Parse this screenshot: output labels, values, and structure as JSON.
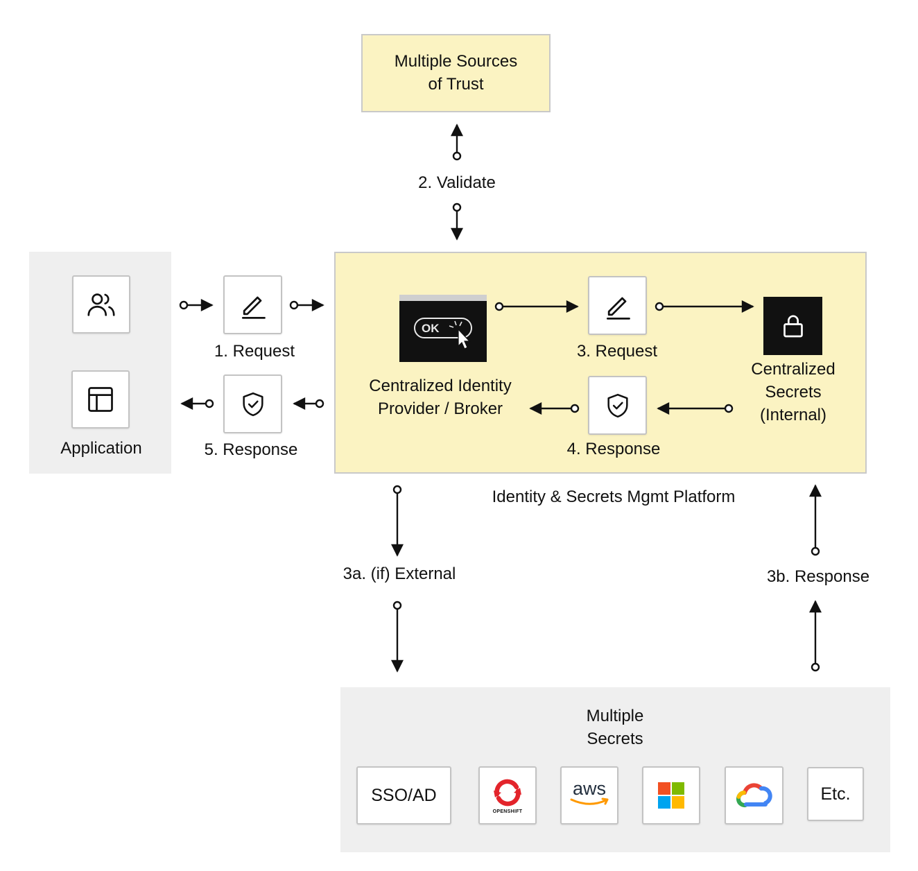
{
  "nodes": {
    "trust_line1": "Multiple Sources",
    "trust_line2": "of Trust",
    "application": "Application",
    "idp_line1": "Centralized Identity",
    "idp_line2": "Provider / Broker",
    "secrets_line1": "Centralized",
    "secrets_line2": "Secrets",
    "secrets_line3": "(Internal)",
    "platform": "Identity & Secrets Mgmt Platform",
    "multi_line1": "Multiple",
    "multi_line2": "Secrets"
  },
  "steps": {
    "request_1": "1. Request",
    "validate_2": "2. Validate",
    "request_3": "3. Request",
    "external_3a": "3a. (if) External",
    "response_3b": "3b. Response",
    "response_4": "4. Response",
    "response_5": "5. Response"
  },
  "providers": {
    "sso": "SSO/AD",
    "openshift": "OPENSHIFT",
    "aws": "aws",
    "etc": "Etc.",
    "icons": [
      "openshift-logo-icon",
      "aws-logo-icon",
      "microsoft-logo-icon",
      "google-cloud-logo-icon"
    ]
  },
  "colors": {
    "platform_fill": "#fbf3c2",
    "panel_grey": "#efefef",
    "openshift_red": "#e3242b",
    "aws_orange": "#ff9900",
    "ms_red": "#f25022",
    "ms_green": "#7fba00",
    "ms_blue": "#00a4ef",
    "ms_yellow": "#ffb900",
    "gcp_blue": "#4285f4",
    "gcp_red": "#ea4335",
    "gcp_yellow": "#fbbc05",
    "gcp_green": "#34a853"
  }
}
